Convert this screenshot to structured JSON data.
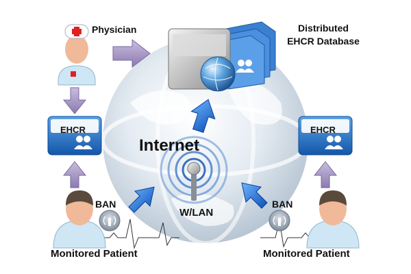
{
  "labels": {
    "physician": "Physician",
    "database_line1": "Distributed",
    "database_line2": "EHCR Database",
    "internet": "Internet",
    "wlan": "W/LAN",
    "ban_left": "BAN",
    "ban_right": "BAN",
    "patient_left": "Monitored Patient",
    "patient_right": "Monitored Patient",
    "ehcr_left": "EHCR",
    "ehcr_right": "EHCR"
  },
  "colors": {
    "globe": "#c9d6e2",
    "ehcr_blue": "#1f72c4",
    "purple_arrow": "#a996c4",
    "blue_arrow": "#1a66d6",
    "skin": "#f0b99a",
    "gown": "#cfe6f5"
  },
  "icons": {
    "physician": "doctor-icon",
    "patient": "patient-icon",
    "database": "server-database-icon",
    "wifi": "wifi-antenna-icon",
    "ehcr": "ehcr-folder-icon"
  }
}
